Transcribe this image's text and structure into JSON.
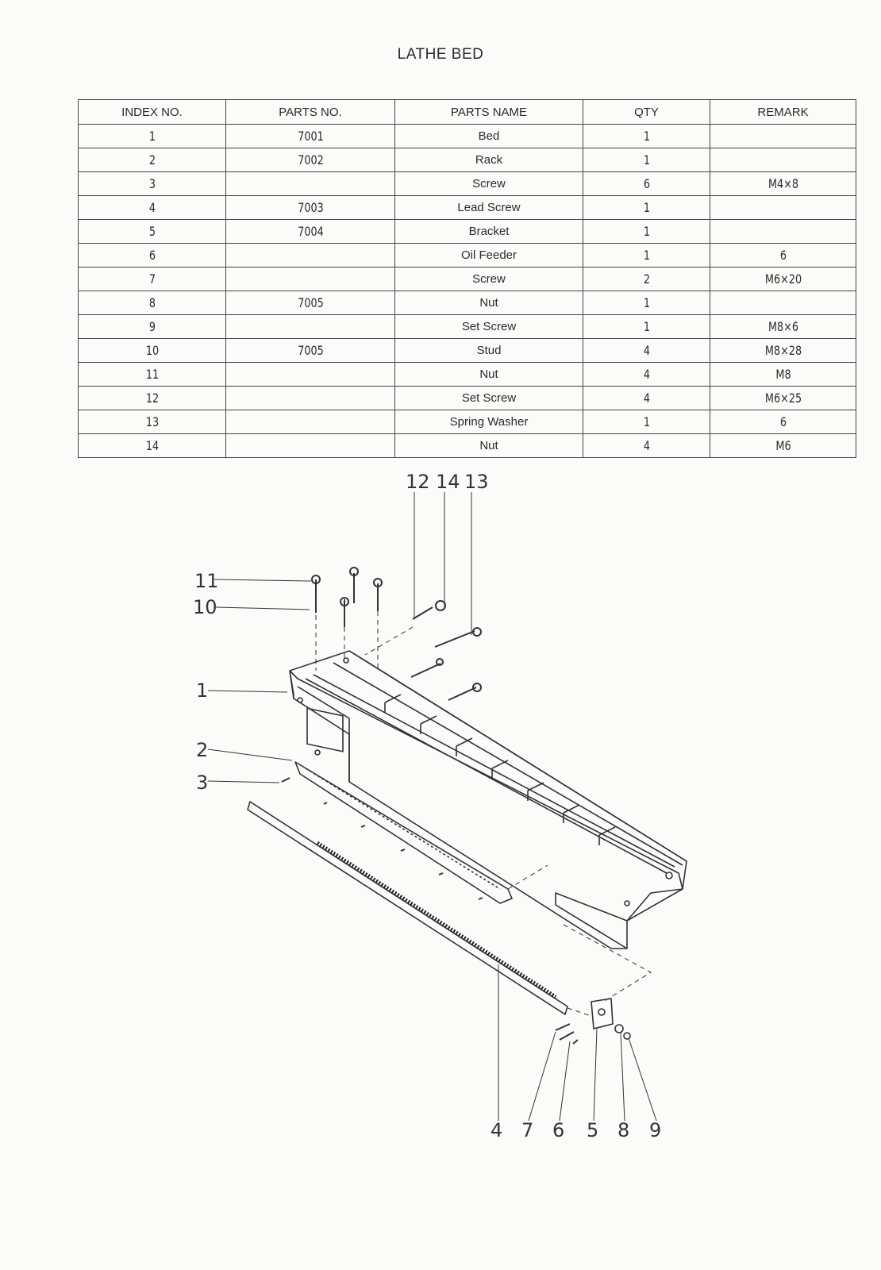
{
  "title": "LATHE BED",
  "table": {
    "headers": [
      "INDEX NO.",
      "PARTS NO.",
      "PARTS NAME",
      "QTY",
      "REMARK"
    ],
    "rows": [
      [
        "1",
        "7001",
        "Bed",
        "1",
        ""
      ],
      [
        "2",
        "7002",
        "Rack",
        "1",
        ""
      ],
      [
        "3",
        "",
        "Screw",
        "6",
        "M4×8"
      ],
      [
        "4",
        "7003",
        "Lead Screw",
        "1",
        ""
      ],
      [
        "5",
        "7004",
        "Bracket",
        "1",
        ""
      ],
      [
        "6",
        "",
        "Oil Feeder",
        "1",
        "6"
      ],
      [
        "7",
        "",
        "Screw",
        "2",
        "M6×20"
      ],
      [
        "8",
        "7005",
        "Nut",
        "1",
        ""
      ],
      [
        "9",
        "",
        "Set Screw",
        "1",
        "M8×6"
      ],
      [
        "10",
        "7005",
        "Stud",
        "4",
        "M8×28"
      ],
      [
        "11",
        "",
        "Nut",
        "4",
        "M8"
      ],
      [
        "12",
        "",
        "Set Screw",
        "4",
        "M6×25"
      ],
      [
        "13",
        "",
        "Spring Washer",
        "1",
        "6"
      ],
      [
        "14",
        "",
        "Nut",
        "4",
        "M6"
      ]
    ]
  },
  "diagram": {
    "callouts_top": [
      "12",
      "14",
      "13"
    ],
    "callouts_left": [
      "11",
      "10",
      "1",
      "2",
      "3"
    ],
    "callouts_bottom": [
      "4",
      "7",
      "6",
      "5",
      "8",
      "9"
    ]
  }
}
